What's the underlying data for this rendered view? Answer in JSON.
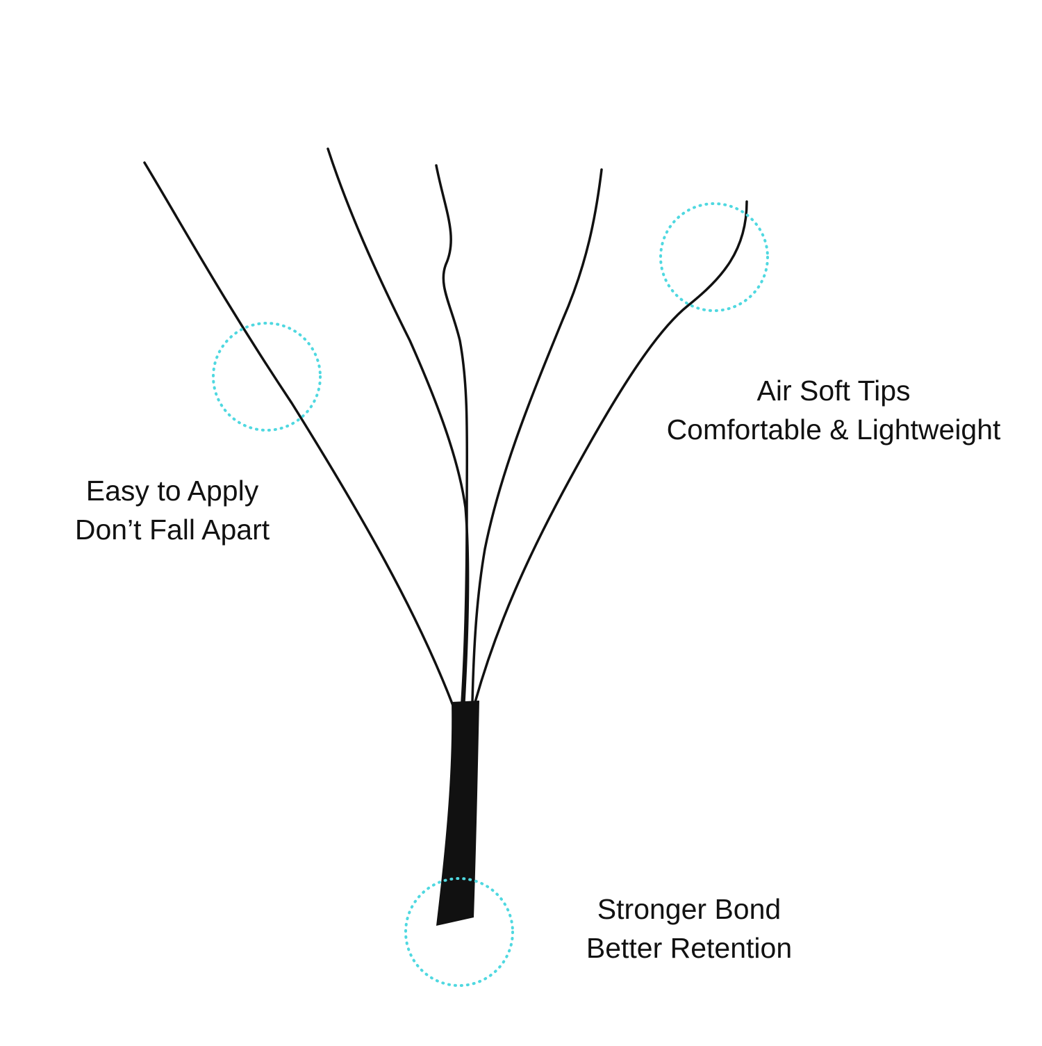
{
  "callouts": {
    "tips": {
      "line1": "Air Soft Tips",
      "line2": "Comfortable & Lightweight"
    },
    "apply": {
      "line1": "Easy to Apply",
      "line2": "Don’t Fall Apart"
    },
    "bond": {
      "line1": "Stronger Bond",
      "line2": "Better Retention"
    }
  },
  "colors": {
    "background": "#ffffff",
    "lash": "#111111",
    "highlight_circle": "#4fd8e0",
    "text": "#111111"
  }
}
